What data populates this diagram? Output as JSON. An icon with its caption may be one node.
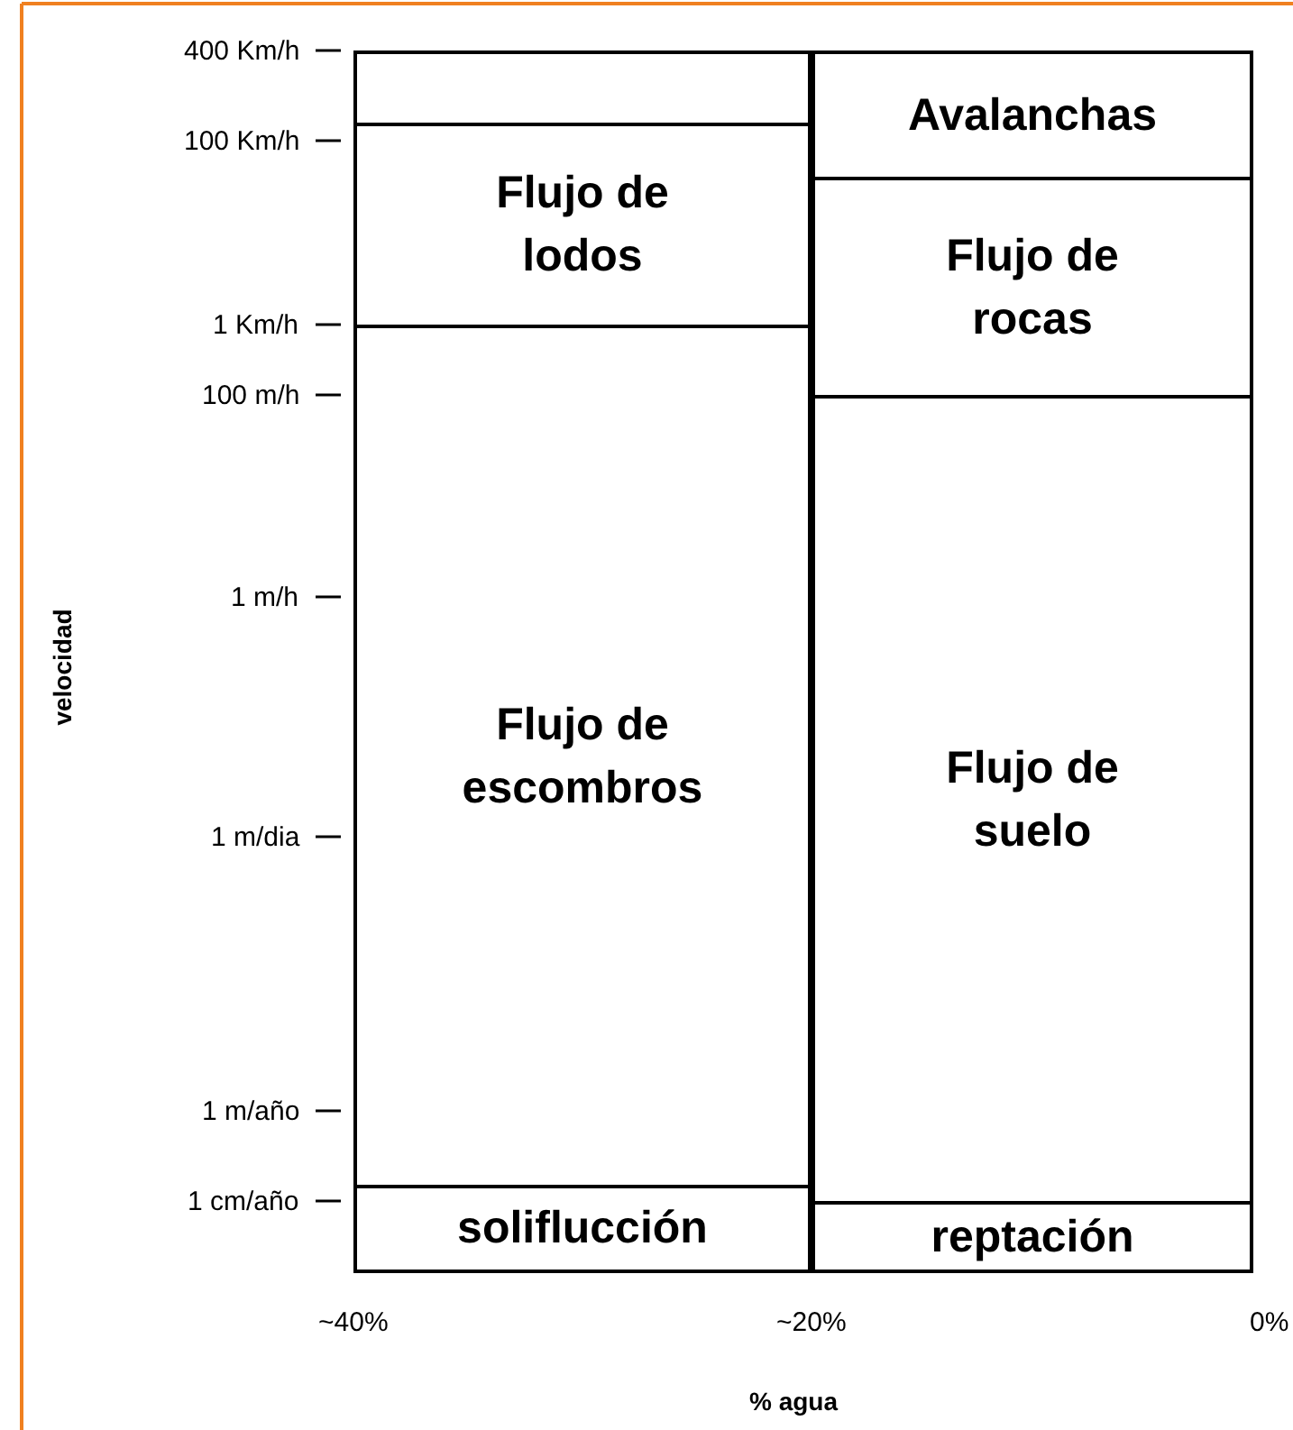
{
  "diagram": {
    "nodes": [
      {
        "text": [],
        "shape": "box"
      },
      {
        "text": [
          "Flujo de lodos"
        ]
      },
      {
        "text": [
          "Flujo de escombros"
        ]
      },
      {
        "text": [
          "soliflucción"
        ]
      },
      {
        "text": [
          "Avalanchas"
        ]
      },
      {
        "text": [
          "Flujo de rocas"
        ]
      },
      {
        "text": [
          "Flujo de suelo"
        ]
      },
      {
        "text": [
          "reptación"
        ]
      }
    ],
    "edges": [],
    "labels": [
      "400 Km/h",
      "100 Km/h",
      "1 Km/h",
      "100 m/h",
      "1 m/h",
      "1 m/dia",
      "1 m/año",
      "1 cm/año",
      "velocidad",
      "~40%",
      "~20%",
      "0%",
      "% agua"
    ]
  }
}
